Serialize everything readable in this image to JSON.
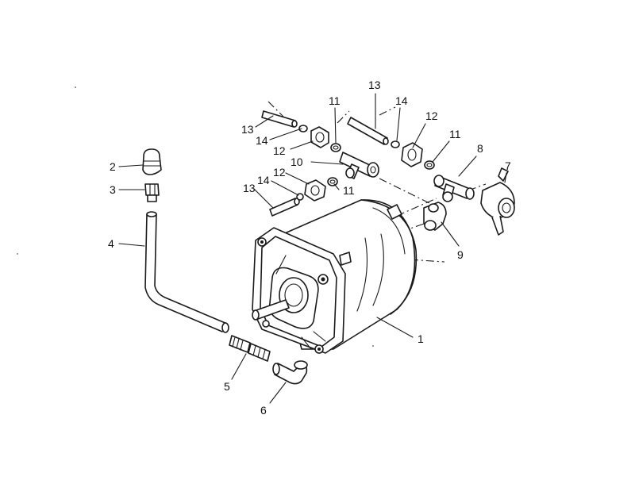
{
  "diagram": {
    "callouts": [
      {
        "id": "c1",
        "text": "1"
      },
      {
        "id": "c2",
        "text": "2"
      },
      {
        "id": "c3",
        "text": "3"
      },
      {
        "id": "c4",
        "text": "4"
      },
      {
        "id": "c5",
        "text": "5"
      },
      {
        "id": "c6",
        "text": "6"
      },
      {
        "id": "c7",
        "text": "7"
      },
      {
        "id": "c8",
        "text": "8"
      },
      {
        "id": "c9",
        "text": "9"
      },
      {
        "id": "c10",
        "text": "10"
      },
      {
        "id": "c11a",
        "text": "11"
      },
      {
        "id": "c11b",
        "text": "11"
      },
      {
        "id": "c11c",
        "text": "11"
      },
      {
        "id": "c12a",
        "text": "12"
      },
      {
        "id": "c12b",
        "text": "12"
      },
      {
        "id": "c12c",
        "text": "12"
      },
      {
        "id": "c13a",
        "text": "13"
      },
      {
        "id": "c13b",
        "text": "13"
      },
      {
        "id": "c13c",
        "text": "13"
      },
      {
        "id": "c14a",
        "text": "14"
      },
      {
        "id": "c14b",
        "text": "14"
      },
      {
        "id": "c14c",
        "text": "14"
      }
    ]
  }
}
